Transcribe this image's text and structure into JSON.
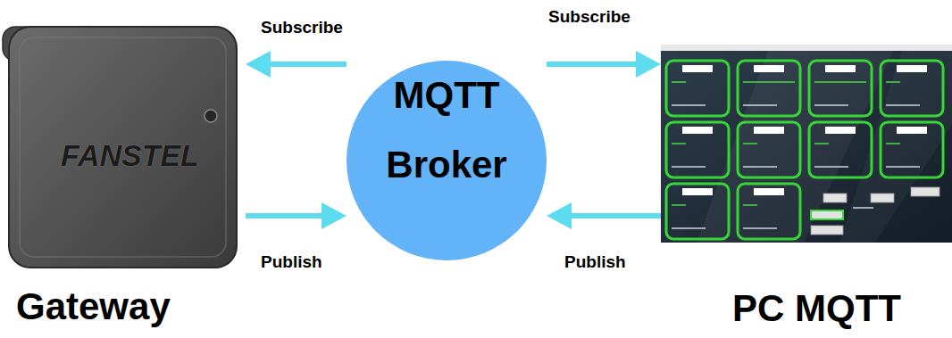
{
  "diagram": {
    "nodes": [
      {
        "text": [
          "FANSTEL",
          "Gateway"
        ]
      },
      {
        "text": [
          "MQTT Broker"
        ]
      },
      {
        "text": [
          "PC MQTT"
        ]
      }
    ],
    "edges": [
      {
        "from": 1,
        "to": 0,
        "arrow": "to",
        "label": "Subscribe"
      },
      {
        "from": 1,
        "to": 2,
        "arrow": "to",
        "label": "Subscribe"
      },
      {
        "from": 0,
        "to": 1,
        "arrow": "to",
        "label": "Publish"
      },
      {
        "from": 2,
        "to": 1,
        "arrow": "to",
        "label": "Publish"
      }
    ]
  }
}
